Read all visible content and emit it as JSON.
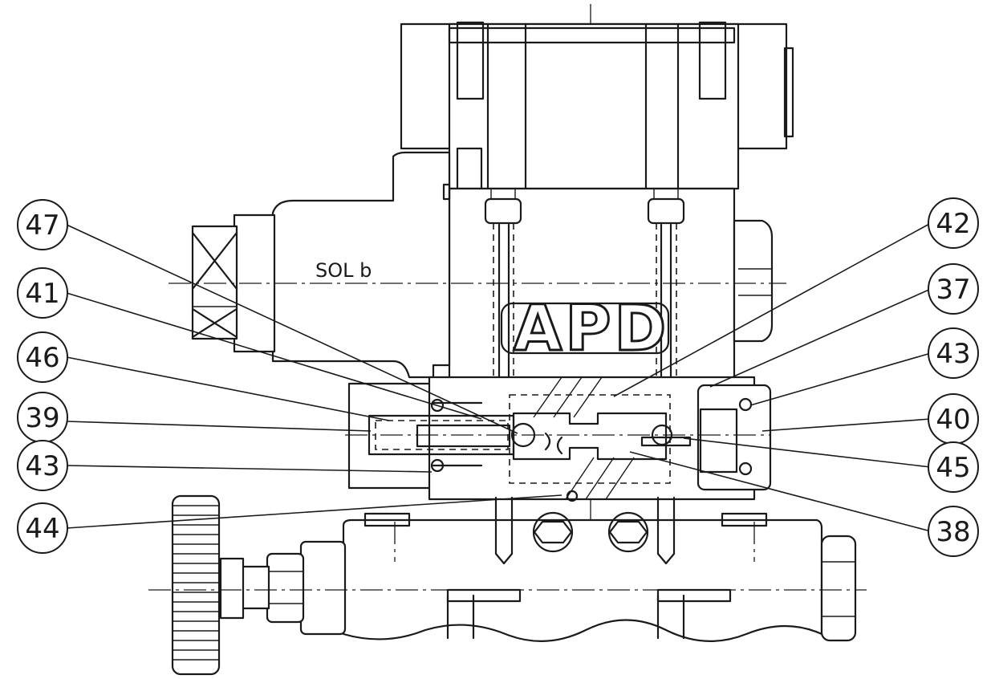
{
  "drawing": {
    "solenoid_label": "SOL b",
    "logo_text": "APD",
    "balloons": [
      {
        "id": "b47",
        "label": "47"
      },
      {
        "id": "b41",
        "label": "41"
      },
      {
        "id": "b46",
        "label": "46"
      },
      {
        "id": "b39",
        "label": "39"
      },
      {
        "id": "b43l",
        "label": "43"
      },
      {
        "id": "b44",
        "label": "44"
      },
      {
        "id": "b42",
        "label": "42"
      },
      {
        "id": "b37",
        "label": "37"
      },
      {
        "id": "b43r",
        "label": "43"
      },
      {
        "id": "b40",
        "label": "40"
      },
      {
        "id": "b45",
        "label": "45"
      },
      {
        "id": "b38",
        "label": "38"
      }
    ]
  }
}
